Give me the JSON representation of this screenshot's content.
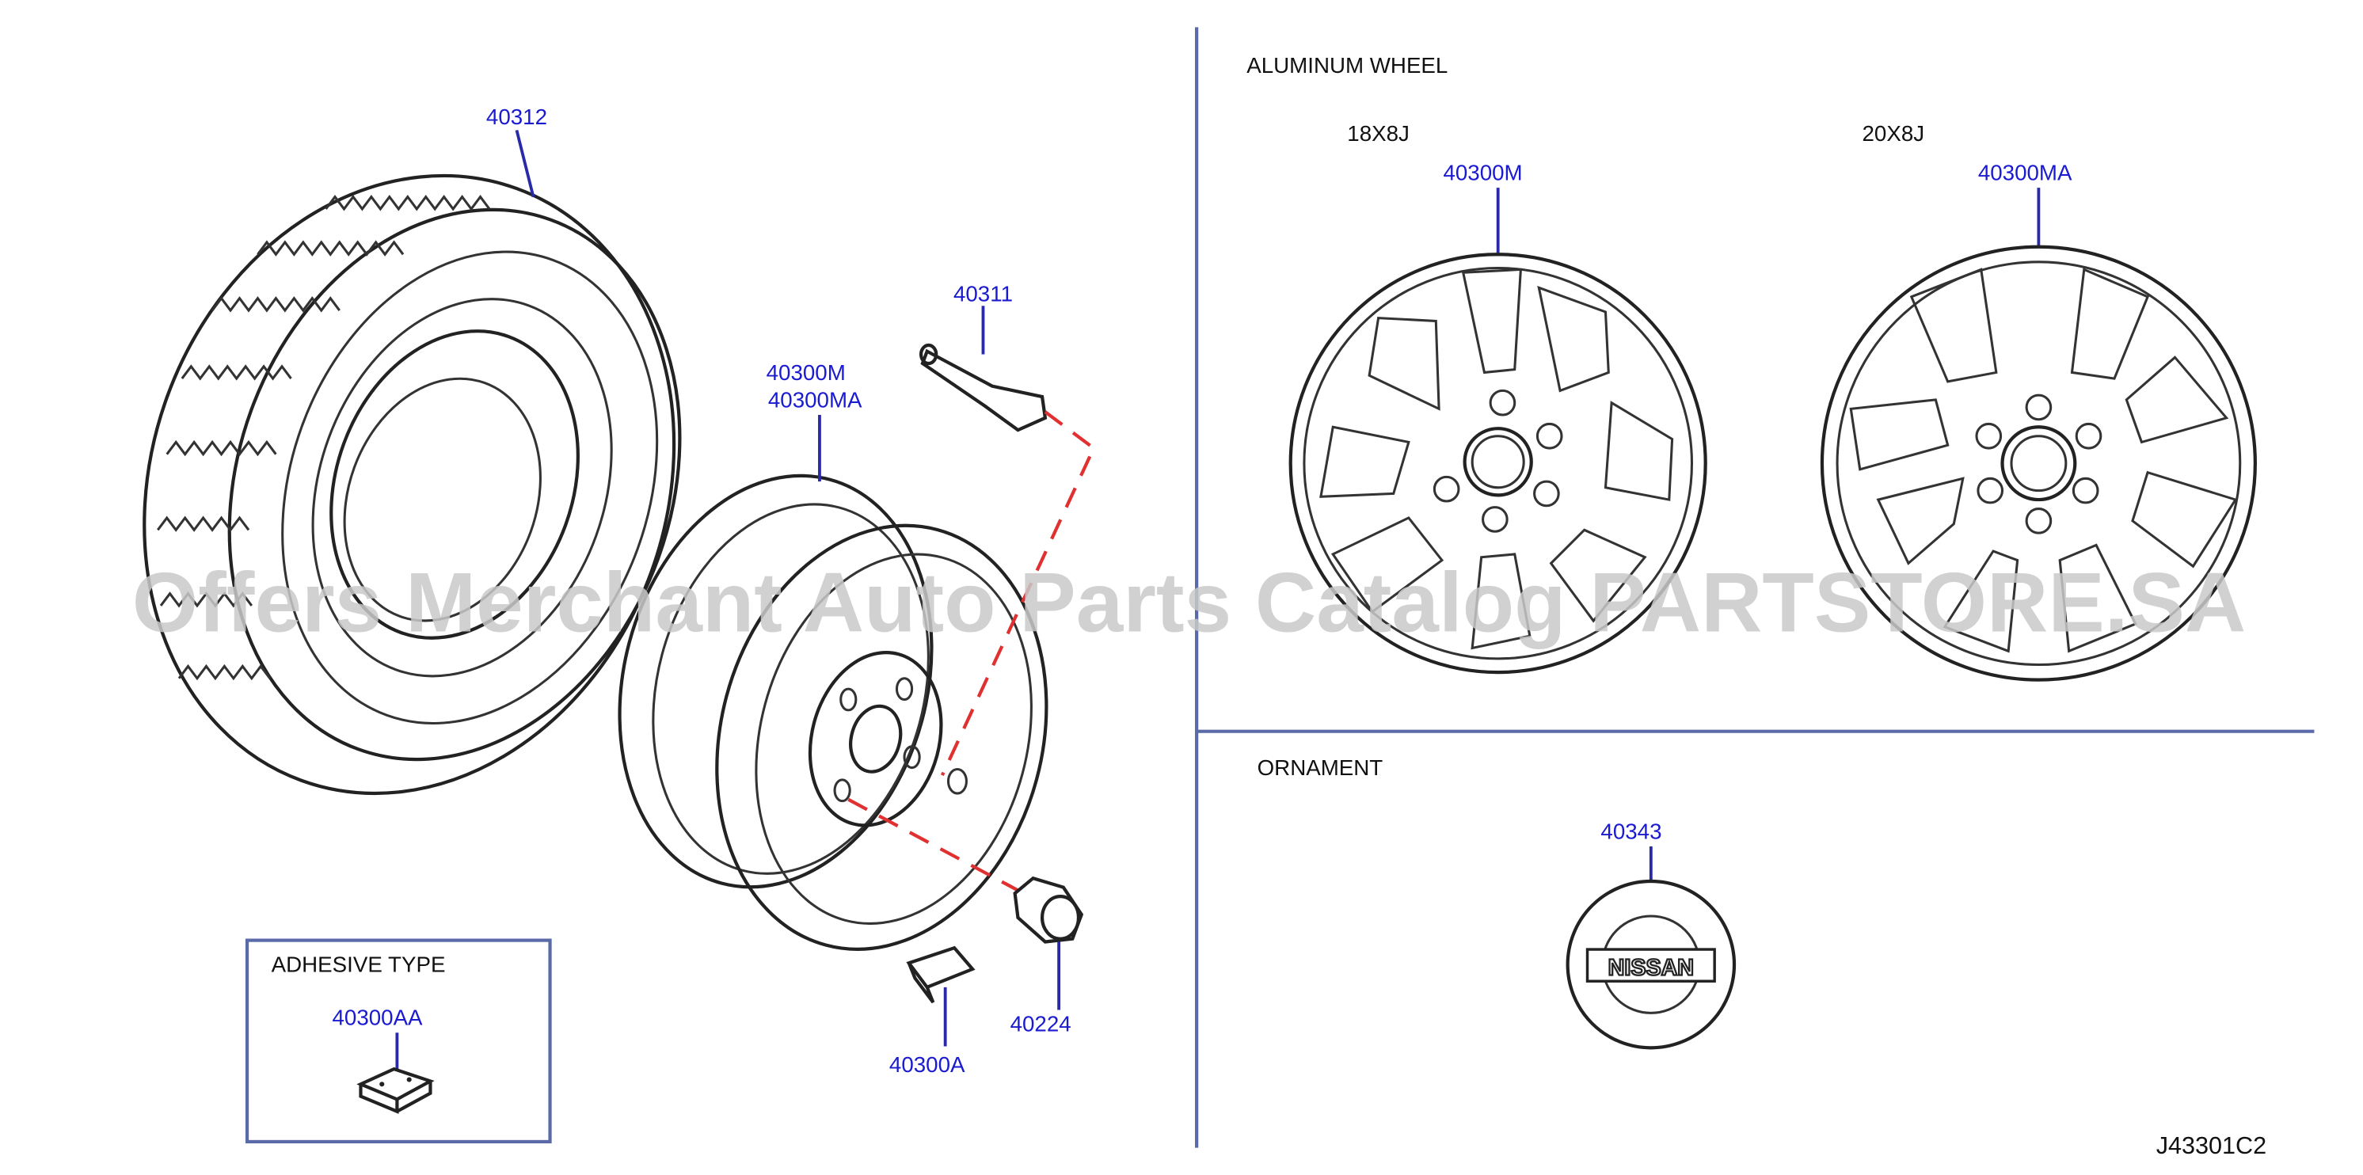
{
  "sections": {
    "aluminum_wheel": "ALUMINUM   WHEEL",
    "ornament": "ORNAMENT",
    "adhesive_type": "ADHESIVE   TYPE"
  },
  "sizes": {
    "wheel_18": "18X8J",
    "wheel_20": "20X8J"
  },
  "parts": {
    "tire": "40312",
    "valve": "40311",
    "wheel_m": "40300M",
    "wheel_ma": "40300MA",
    "wheel_18_part": "40300M",
    "wheel_20_part": "40300MA",
    "ornament_part": "40343",
    "adhesive_part": "40300AA",
    "lug_nut": "40224",
    "balance_weight": "40300A"
  },
  "ornament_logo": "NISSAN",
  "diagram_code": "J43301C2",
  "watermark": "Offers Merchant Auto Parts Catalog PARTSTORE.SA",
  "colors": {
    "part_number": "#1a1ad0",
    "assembly_dash": "#e03030",
    "separator": "#5a6aa8"
  }
}
